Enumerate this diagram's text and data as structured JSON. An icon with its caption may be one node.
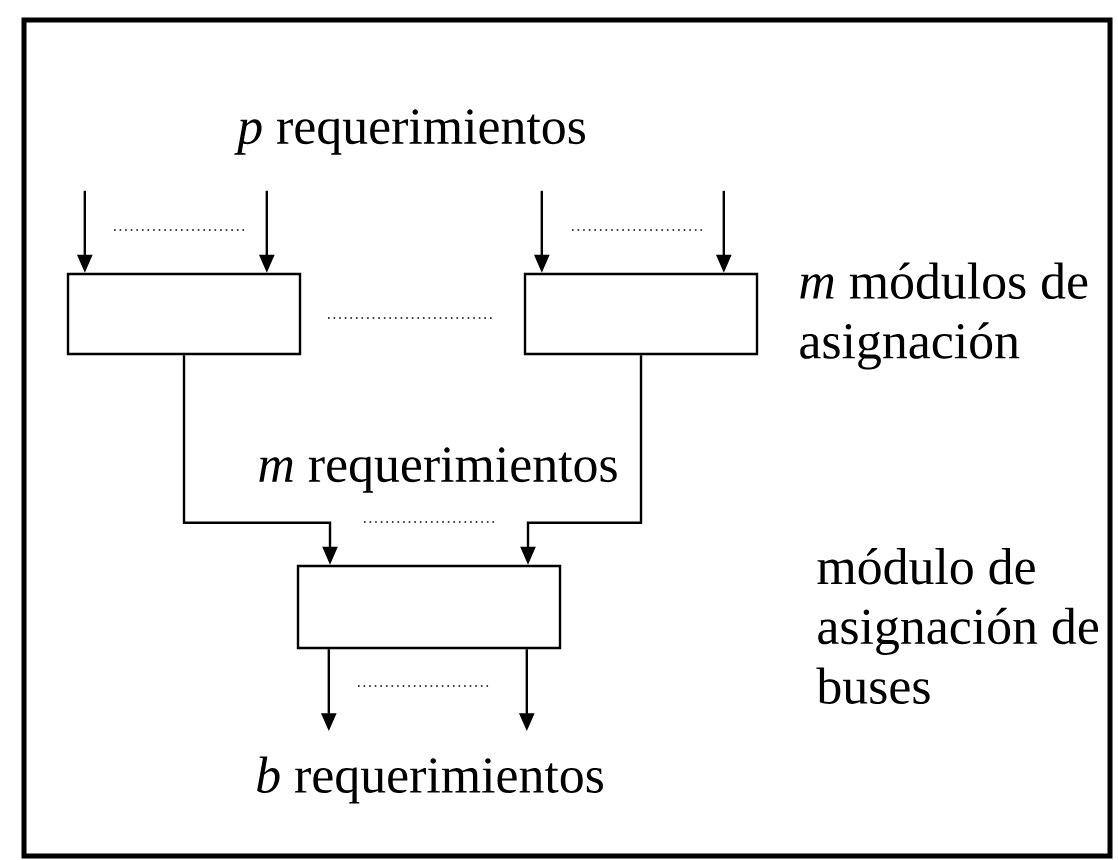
{
  "diagram": {
    "nodes": [
      {
        "text": [],
        "shape": "box"
      },
      {
        "text": [],
        "shape": "box",
        "beside": [
          "*m* módulos de asignación"
        ]
      },
      {
        "text": [],
        "shape": "box"
      }
    ],
    "edges": [
      {
        "from": null,
        "to": 0,
        "arrow": "to"
      },
      {
        "from": null,
        "to": 0,
        "arrow": "to"
      },
      {
        "from": null,
        "to": 1,
        "arrow": "to"
      },
      {
        "from": null,
        "to": 1,
        "arrow": "to"
      },
      {
        "from": 0,
        "to": 2,
        "arrow": "to"
      },
      {
        "from": 1,
        "to": 2,
        "arrow": "to"
      },
      {
        "from": 2,
        "to": null,
        "arrow": "to"
      },
      {
        "from": 2,
        "to": null,
        "arrow": "to"
      }
    ],
    "labels": [
      "*p* requerimientos",
      "*m* requerimientos",
      "módulo de asignación de buses",
      "*b* requerimientos"
    ]
  }
}
